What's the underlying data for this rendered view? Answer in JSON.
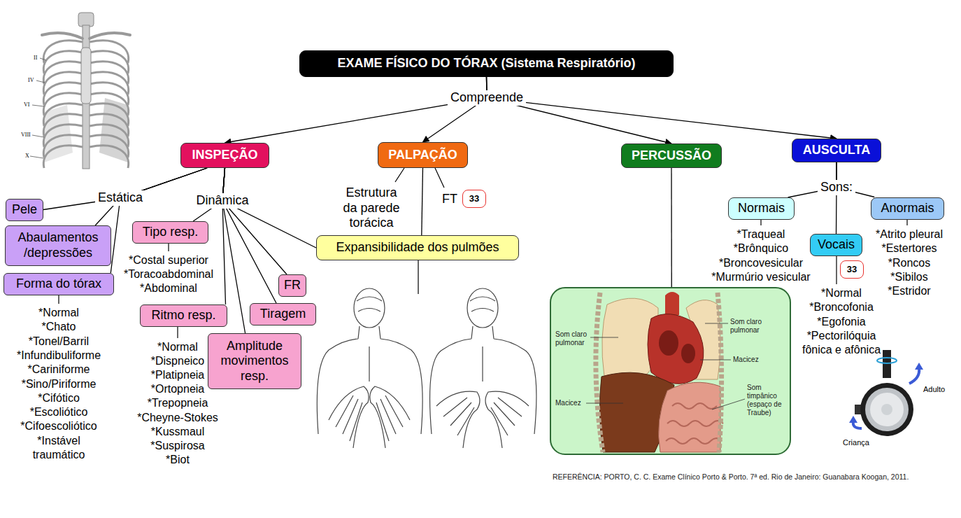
{
  "diagram": {
    "nodes": [
      {
        "text": [
          "EXAME FÍSICO DO TÓRAX (Sistema Respiratório)"
        ]
      },
      {
        "text": [
          "INSPEÇÃO"
        ]
      },
      {
        "text": [
          "PALPAÇÃO"
        ]
      },
      {
        "text": [
          "PERCUSSÃO"
        ]
      },
      {
        "text": [
          "AUSCULTA"
        ]
      },
      {
        "text": [
          "Pele"
        ]
      },
      {
        "text": [
          "Abaulamentos /depressões"
        ]
      },
      {
        "text": [
          "Forma do tórax"
        ]
      },
      {
        "text": [
          "Tipo resp."
        ]
      },
      {
        "text": [
          "Ritmo resp."
        ]
      },
      {
        "text": [
          "Amplitude movimentos resp."
        ]
      },
      {
        "text": [
          "FR"
        ]
      },
      {
        "text": [
          "Tiragem"
        ]
      },
      {
        "text": [
          "Expansibilidade dos pulmões"
        ]
      },
      {
        "text": [
          "33"
        ]
      },
      {
        "text": [
          "Som claro pulmonar",
          "Som claro pulmonar",
          "Macicez",
          "Som timpânico (espaço de Traube)",
          "Macicez"
        ]
      },
      {
        "text": [
          "Normais"
        ]
      },
      {
        "text": [
          "Vocais"
        ]
      },
      {
        "text": [
          "33"
        ]
      },
      {
        "text": [
          "Anormais"
        ]
      }
    ],
    "edges": [
      {
        "from": 0,
        "to": 1,
        "arrow": "to"
      },
      {
        "from": 0,
        "to": 2,
        "arrow": "to"
      },
      {
        "from": 0,
        "to": 3,
        "arrow": "to"
      },
      {
        "from": 0,
        "to": 4,
        "arrow": "to"
      },
      {
        "from": 1,
        "to": 5,
        "arrow": "none"
      },
      {
        "from": 1,
        "to": 6,
        "arrow": "none"
      },
      {
        "from": 1,
        "to": 7,
        "arrow": "none"
      },
      {
        "from": 1,
        "to": 8,
        "arrow": "none"
      },
      {
        "from": 1,
        "to": 9,
        "arrow": "none"
      },
      {
        "from": 1,
        "to": 10,
        "arrow": "none"
      },
      {
        "from": 1,
        "to": 11,
        "arrow": "none"
      },
      {
        "from": 1,
        "to": 12,
        "arrow": "none"
      },
      {
        "from": 1,
        "to": 13,
        "arrow": "none"
      },
      {
        "from": 2,
        "to": 13,
        "arrow": "none"
      },
      {
        "from": 3,
        "to": 15,
        "arrow": "none"
      },
      {
        "from": 4,
        "to": 16,
        "arrow": "none"
      },
      {
        "from": 4,
        "to": 17,
        "arrow": "none"
      },
      {
        "from": 4,
        "to": 19,
        "arrow": "none"
      }
    ],
    "labels": [
      "Compreende",
      "Estática",
      "Dinâmica",
      "Sons:",
      "*Normal",
      "*Chato",
      "*Tonel/Barril",
      "*Infundibuliforme",
      "*Cariniforme",
      "*Sino/Piriforme",
      "*Cifótico",
      "*Escoliótico",
      "*Cifoescoliótico",
      "*Instável traumático",
      "*Costal superior",
      "*Toracoabdominal",
      "*Abdominal",
      "*Normal",
      "*Dispneico",
      "*Platipneia",
      "*Ortopneia",
      "*Trepopneia",
      "*Cheyne-Stokes",
      "*Kussmaul",
      "*Suspirosa",
      "*Biot",
      "Estrutura da parede torácica",
      "FT",
      "*Traqueal",
      "*Brônquico",
      "*Broncovesicular",
      "*Murmúrio vesicular",
      "*Normal",
      "*Broncofonia",
      "*Egofonia",
      "*Pectorilóquia fônica e afônica",
      "*Atrito pleural",
      "*Estertores",
      "*Roncos",
      "*Sibilos",
      "*Estridor",
      "II",
      "IV",
      "VI",
      "VIII",
      "X",
      "Adulto",
      "Criança",
      "REFERÊNCIA: PORTO, C. C. Exame Clínico Porto & Porto. 7ª ed. Rio de Janeiro: Guanabara Koogan, 2011."
    ]
  }
}
